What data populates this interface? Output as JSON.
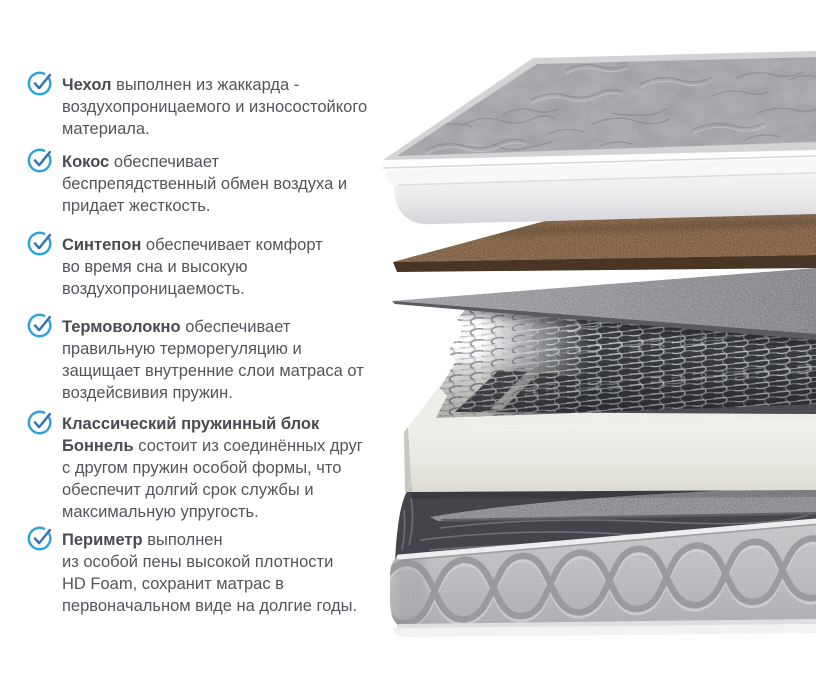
{
  "features": [
    {
      "bold": "Чехол",
      "rest": "выполнен из жаккарда -\nвоздухопроницаемого и износостойкого\nматериала."
    },
    {
      "bold": "Кокос",
      "rest": "обеспечивает\nбеспрепядственный обмен воздуха и\nпридает жесткость."
    },
    {
      "bold": "Синтепон",
      "rest": "обеспечивает комфорт\nво время сна и высокую\nвоздухопроницаемость."
    },
    {
      "bold": "Термоволокно",
      "rest": "обеспечивает\nправильную терморегуляцию и\nзащищает внутренние слои матраса от\nвоздейсвивия пружин."
    },
    {
      "bold": "Классический пружинный блок\nБоннель",
      "rest": "состоит из соединённых друг\nс другом пружин особой формы, что\nобеспечит долгий срок службы и\nмаксимальную упругость."
    },
    {
      "bold": "Периметр",
      "rest": "выполнен\nиз особой пены высокой плотности\nHD Foam, сохранит матрас в\nпервоначальном виде на долгие годы."
    }
  ],
  "colors": {
    "check_circle": "#2aa2dd",
    "check_mark": "#3572b5",
    "text": "#54555a"
  },
  "illustration": {
    "layers": [
      "jacquard-cover",
      "sintepon",
      "coconut-coir",
      "thermofiber",
      "bonnel-spring-block",
      "perimeter-foam-frame",
      "base-felt",
      "mattress-base"
    ]
  }
}
